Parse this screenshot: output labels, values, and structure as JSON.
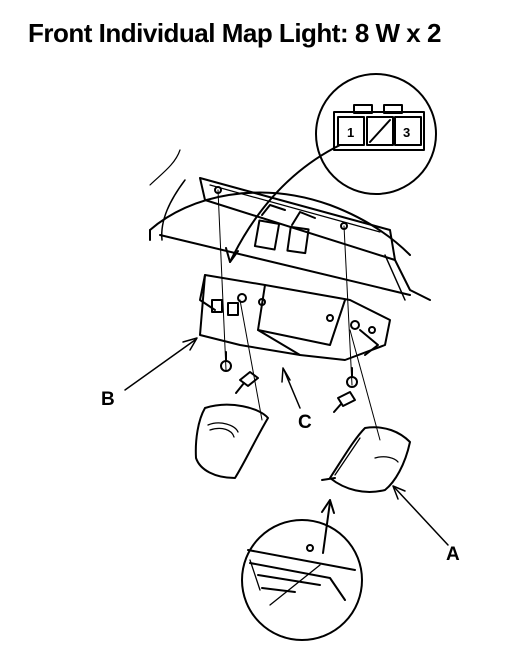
{
  "title": "Front Individual Map Light: 8 W x 2",
  "connector": {
    "pin_left": "1",
    "pin_right": "3"
  },
  "callouts": {
    "a": "A",
    "b": "B",
    "c": "C"
  }
}
